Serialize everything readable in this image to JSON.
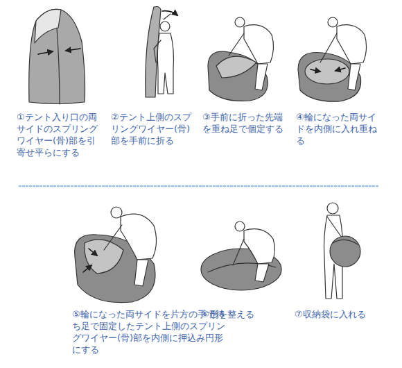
{
  "diagram": {
    "labels": [
      "①テント入り口の両サイドのスプリングワイヤー(骨)部を引寄せ平らにする",
      "②テント上側のスプリングワイヤー(骨)部を手前に折る",
      "③手前に折った先端を重ね足で個定する",
      "④輪になった両サイドを内側に入れ重ねる",
      "⑤輪になった両サイドを片方の手で持ち足で固定したテント上側のスプリングワイヤー(骨)部を内側に押込み円形にする",
      "⑥形を整える",
      "⑦収納袋に入れる"
    ]
  }
}
